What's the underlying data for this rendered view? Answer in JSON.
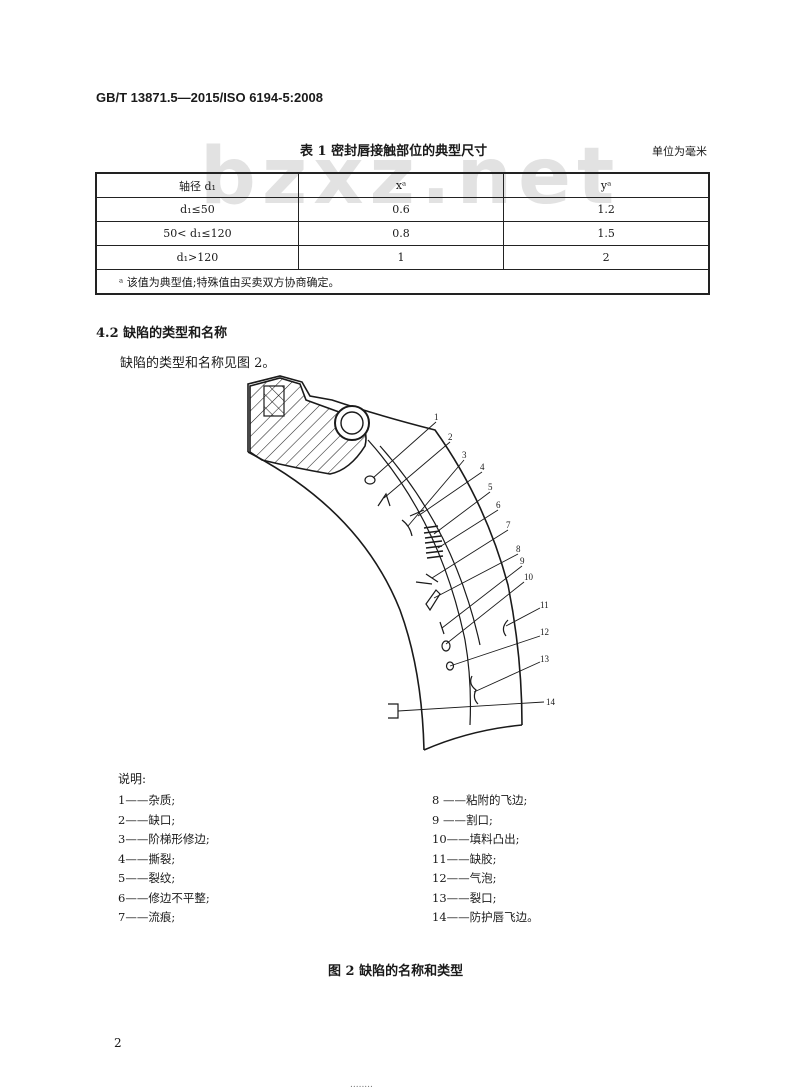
{
  "header": {
    "standard_id": "GB/T 13871.5—2015/ISO 6194-5:2008"
  },
  "watermark": "bzxz.net",
  "table1": {
    "caption": "表 1   密封唇接触部位的典型尺寸",
    "unit": "单位为毫米",
    "headers": [
      "轴径 d₁",
      "xᵃ",
      "yᵃ"
    ],
    "rows": [
      [
        "d₁≤50",
        "0.6",
        "1.2"
      ],
      [
        "50< d₁≤120",
        "0.8",
        "1.5"
      ],
      [
        "d₁>120",
        "1",
        "2"
      ]
    ],
    "note": "ᵃ 该值为典型值;特殊值由买卖双方协商确定。"
  },
  "section": {
    "title": "4.2   缺陷的类型和名称",
    "body": "缺陷的类型和名称见图 2。"
  },
  "figure": {
    "callouts": [
      "1",
      "2",
      "3",
      "4",
      "5",
      "6",
      "7",
      "8",
      "9",
      "10",
      "11",
      "12",
      "13",
      "14"
    ]
  },
  "legend": {
    "title": "说明:",
    "left": [
      "1——杂质;",
      "2——缺口;",
      "3——阶梯形修边;",
      "4——撕裂;",
      "5——裂纹;",
      "6——修边不平整;",
      "7——流痕;"
    ],
    "right": [
      "8 ——粘附的飞边;",
      "9 ——割口;",
      "10——填料凸出;",
      "11——缺胶;",
      "12——气泡;",
      "13——裂口;",
      "14——防护唇飞边。"
    ]
  },
  "figure_caption": "图 2   缺陷的名称和类型",
  "page_number": "2",
  "footer_trail": "........"
}
